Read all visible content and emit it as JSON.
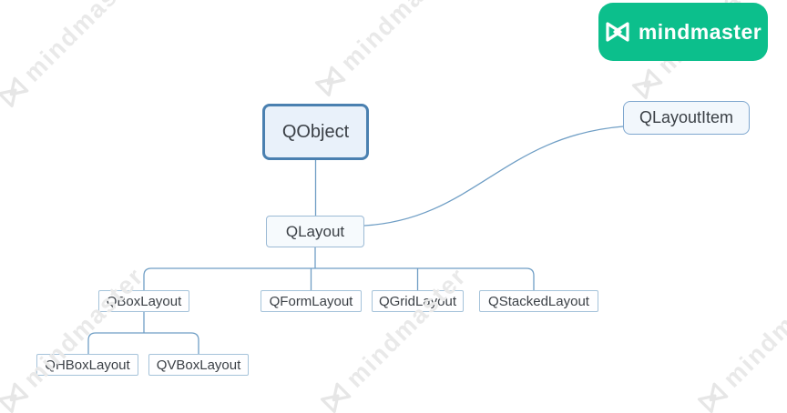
{
  "logo": {
    "text": "mindmaster",
    "bg_color": "#0cbf8c",
    "icon": "bowtie-m-icon"
  },
  "watermark": {
    "text": "mindmaster",
    "color": "#e9e9e9",
    "count": 6,
    "angle_deg": -45
  },
  "diagram": {
    "type": "mindmap-hierarchy",
    "nodes": {
      "qobject": {
        "label": "QObject"
      },
      "qlayout": {
        "label": "QLayout"
      },
      "qlayoutitem": {
        "label": "QLayoutItem"
      },
      "qboxlayout": {
        "label": "QBoxLayout"
      },
      "qformlayout": {
        "label": "QFormLayout"
      },
      "qgridlayout": {
        "label": "QGridLayout"
      },
      "qstackedlayout": {
        "label": "QStackedLayout"
      },
      "qhboxlayout": {
        "label": "QHBoxLayout"
      },
      "qvboxlayout": {
        "label": "QVBoxLayout"
      }
    },
    "edges": [
      {
        "from": "QObject",
        "to": "QLayout",
        "style": "straight"
      },
      {
        "from": "QLayout",
        "to": "QLayoutItem",
        "style": "s-curve"
      },
      {
        "from": "QLayout",
        "to": "QBoxLayout",
        "style": "orthogonal"
      },
      {
        "from": "QLayout",
        "to": "QFormLayout",
        "style": "orthogonal"
      },
      {
        "from": "QLayout",
        "to": "QGridLayout",
        "style": "orthogonal"
      },
      {
        "from": "QLayout",
        "to": "QStackedLayout",
        "style": "orthogonal"
      },
      {
        "from": "QBoxLayout",
        "to": "QHBoxLayout",
        "style": "orthogonal"
      },
      {
        "from": "QBoxLayout",
        "to": "QVBoxLayout",
        "style": "orthogonal"
      }
    ],
    "colors": {
      "root_border": "#4a80b0",
      "root_fill": "#e9f1fa",
      "mid_border": "#9cbad5",
      "mid_fill": "#f6fafd",
      "float_border": "#7fa7cf",
      "float_fill": "#f2f7fc",
      "child_border": "#a5c3da",
      "child_fill": "#fefeff",
      "connector": "#6f9ec5",
      "text": "#3b4046"
    }
  }
}
